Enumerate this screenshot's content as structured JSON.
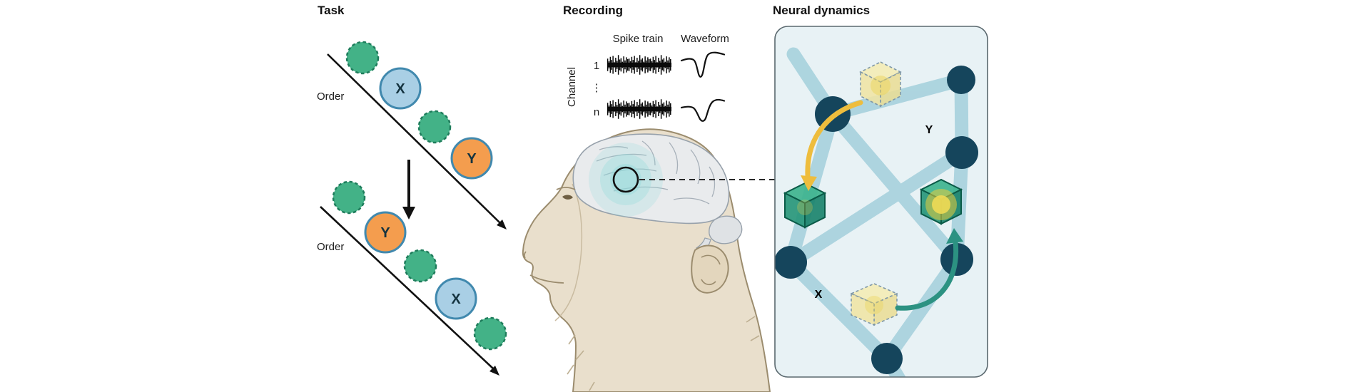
{
  "figure": {
    "task": {
      "title": "Task",
      "order_label_top": "Order",
      "order_label_bottom": "Order",
      "x_label": "X",
      "y_label": "Y"
    },
    "recording": {
      "title": "Recording",
      "spike_train_header": "Spike train",
      "waveform_header": "Waveform",
      "channel_axis_label": "Channel",
      "channel_first": "1",
      "channel_ellipsis": "⋮",
      "channel_last": "n"
    },
    "neural_dynamics": {
      "title": "Neural dynamics",
      "y_state_label": "Y",
      "x_state_label": "X"
    },
    "colors": {
      "sequence_green": "#43b287",
      "sequence_blue": "#a9cfe5",
      "sequence_orange": "#f49d4e",
      "sequence_ring_blue": "#4189ae",
      "panel_background": "#e8f2f5",
      "network_node": "#15455c",
      "network_band": "#aad3de",
      "cube_yellow": "#efe4a4",
      "cube_green": "#2a9a79",
      "arrow_yellow": "#eebd3d",
      "arrow_teal": "#2c9282",
      "monkey_skin": "#e9dfcc",
      "brain_gray": "#e9ebed",
      "recording_glow": "#8fd9da"
    }
  }
}
